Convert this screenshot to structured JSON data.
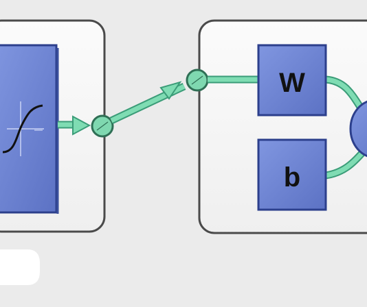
{
  "diagram": {
    "title": "",
    "blocks": [
      {
        "id": "transfer-function",
        "label": "",
        "icon": "sigmoid-curve-icon"
      },
      {
        "id": "weight",
        "label": "W"
      },
      {
        "id": "bias",
        "label": "b"
      }
    ],
    "connections": [
      {
        "from": "transfer-function",
        "to": "output-node"
      },
      {
        "from": "output-node",
        "to": "input-node"
      },
      {
        "from": "input-node",
        "to": "weight"
      },
      {
        "from": "weight",
        "to": "summation"
      },
      {
        "from": "bias",
        "to": "summation"
      }
    ]
  },
  "colors": {
    "background": "#ebebeb",
    "panel_fill": "#f7f7f7",
    "panel_border": "#4a4a4a",
    "block_fill": "#6f86d3",
    "block_border": "#2c3f8c",
    "link": "#6fd3a8",
    "link_dark": "#3b9c78",
    "node_fill": "#7fd8b0",
    "node_border": "#2f6f55"
  }
}
